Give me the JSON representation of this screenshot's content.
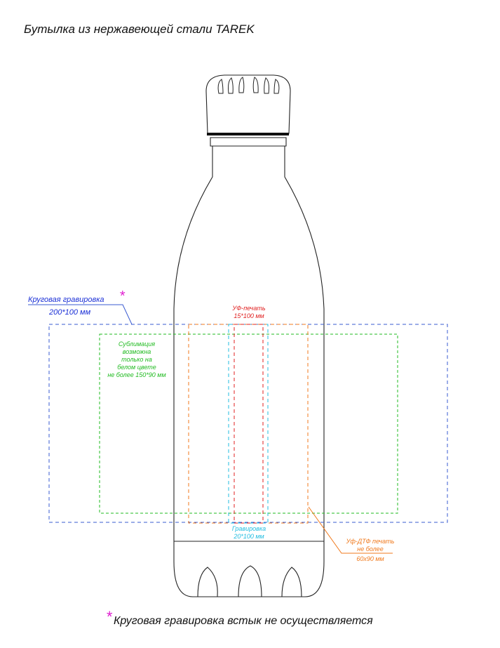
{
  "title": "Бутылка из нержавеющей стали TAREK",
  "zones": {
    "circular_engraving": {
      "label": "Круговая гравировка",
      "size": "200*100 мм",
      "asterisk": "*",
      "color": "#3a5bd0",
      "label_color": "#1a2fd6"
    },
    "sublimation": {
      "line1": "Сублимация",
      "line2": "возможна",
      "line3": "только на",
      "line4": "белом цвете",
      "line5": "не более 150*90 мм",
      "color": "#22bb22"
    },
    "uv_print": {
      "label": "УФ-печать",
      "size": "15*100 мм",
      "color": "#e01f1f"
    },
    "engraving": {
      "label": "Гравировка",
      "size": "20*100 мм",
      "color": "#22bde0"
    },
    "uv_dtf": {
      "label": "Уф-ДТФ печать",
      "line2": "не более",
      "size": "60х90 мм",
      "color": "#f07a1e"
    }
  },
  "footnote": {
    "asterisk": "*",
    "text": "Круговая гравировка встык не осуществляется",
    "asterisk_color": "#e020d0"
  }
}
